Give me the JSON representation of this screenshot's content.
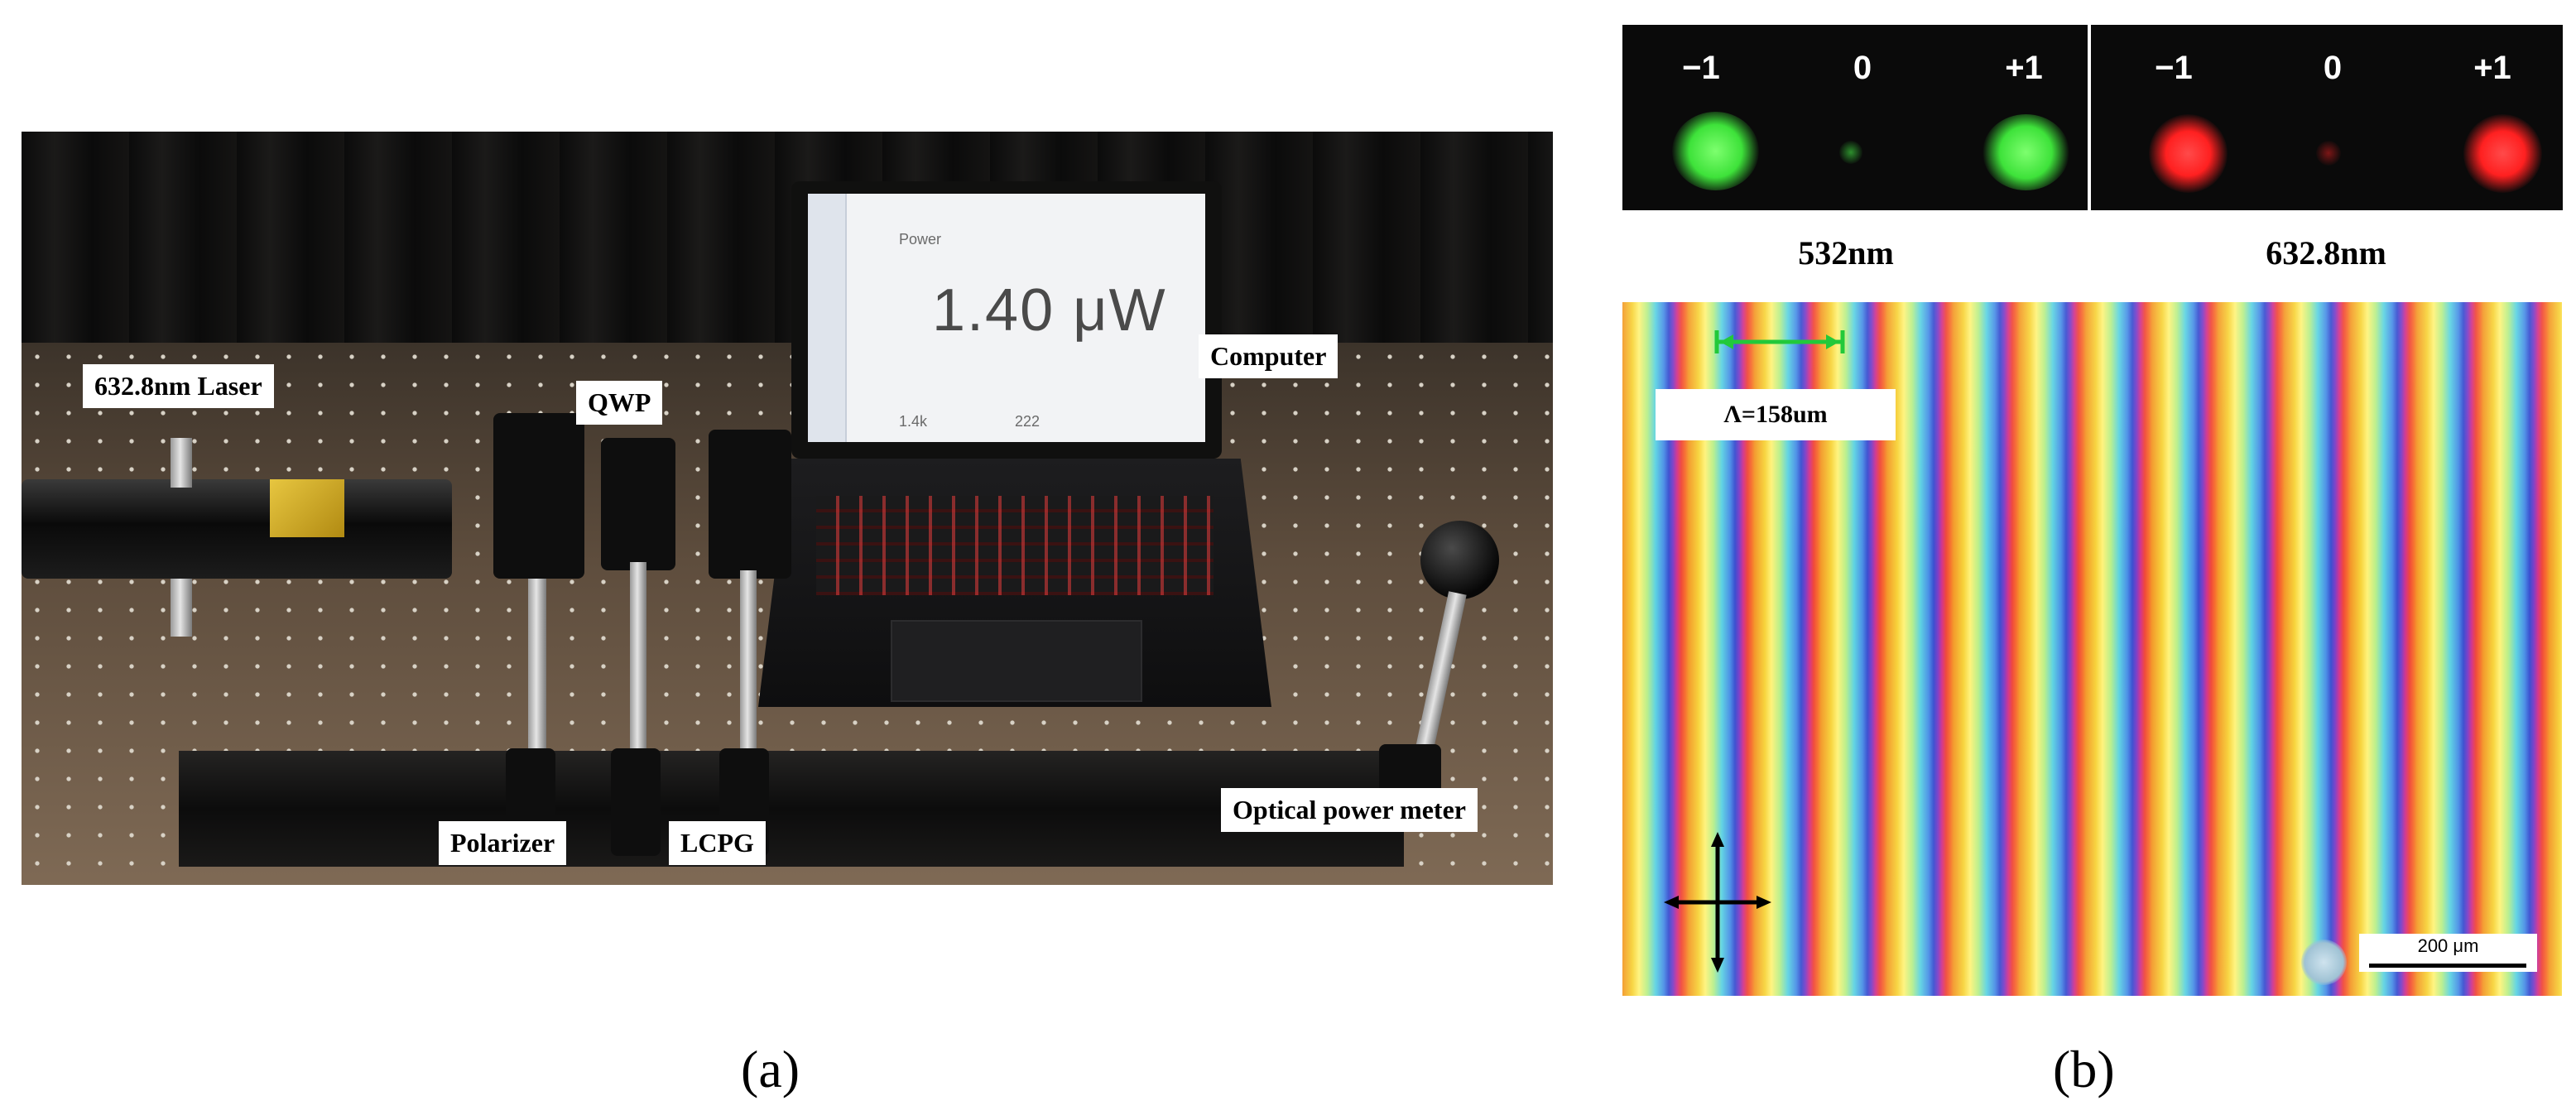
{
  "panel_a": {
    "labels": {
      "laser": "632.8nm Laser",
      "qwp": "QWP",
      "computer": "Computer",
      "polarizer": "Polarizer",
      "lcpg": "LCPG",
      "power_meter": "Optical power meter"
    },
    "screen": {
      "app_title": "Power",
      "reading": "1.40 μW",
      "small_left": "1.4k",
      "small_right": "222"
    },
    "caption": "(a)"
  },
  "panel_b": {
    "diffraction": {
      "orders": [
        "−1",
        "0",
        "+1"
      ],
      "green_caption": "532nm",
      "red_caption": "632.8nm",
      "green_color": "#3ee23a",
      "red_color": "#ff2020"
    },
    "fringe_period_label": "Λ=158um",
    "scale_bar_label": "200 μm",
    "caption": "(b)"
  }
}
